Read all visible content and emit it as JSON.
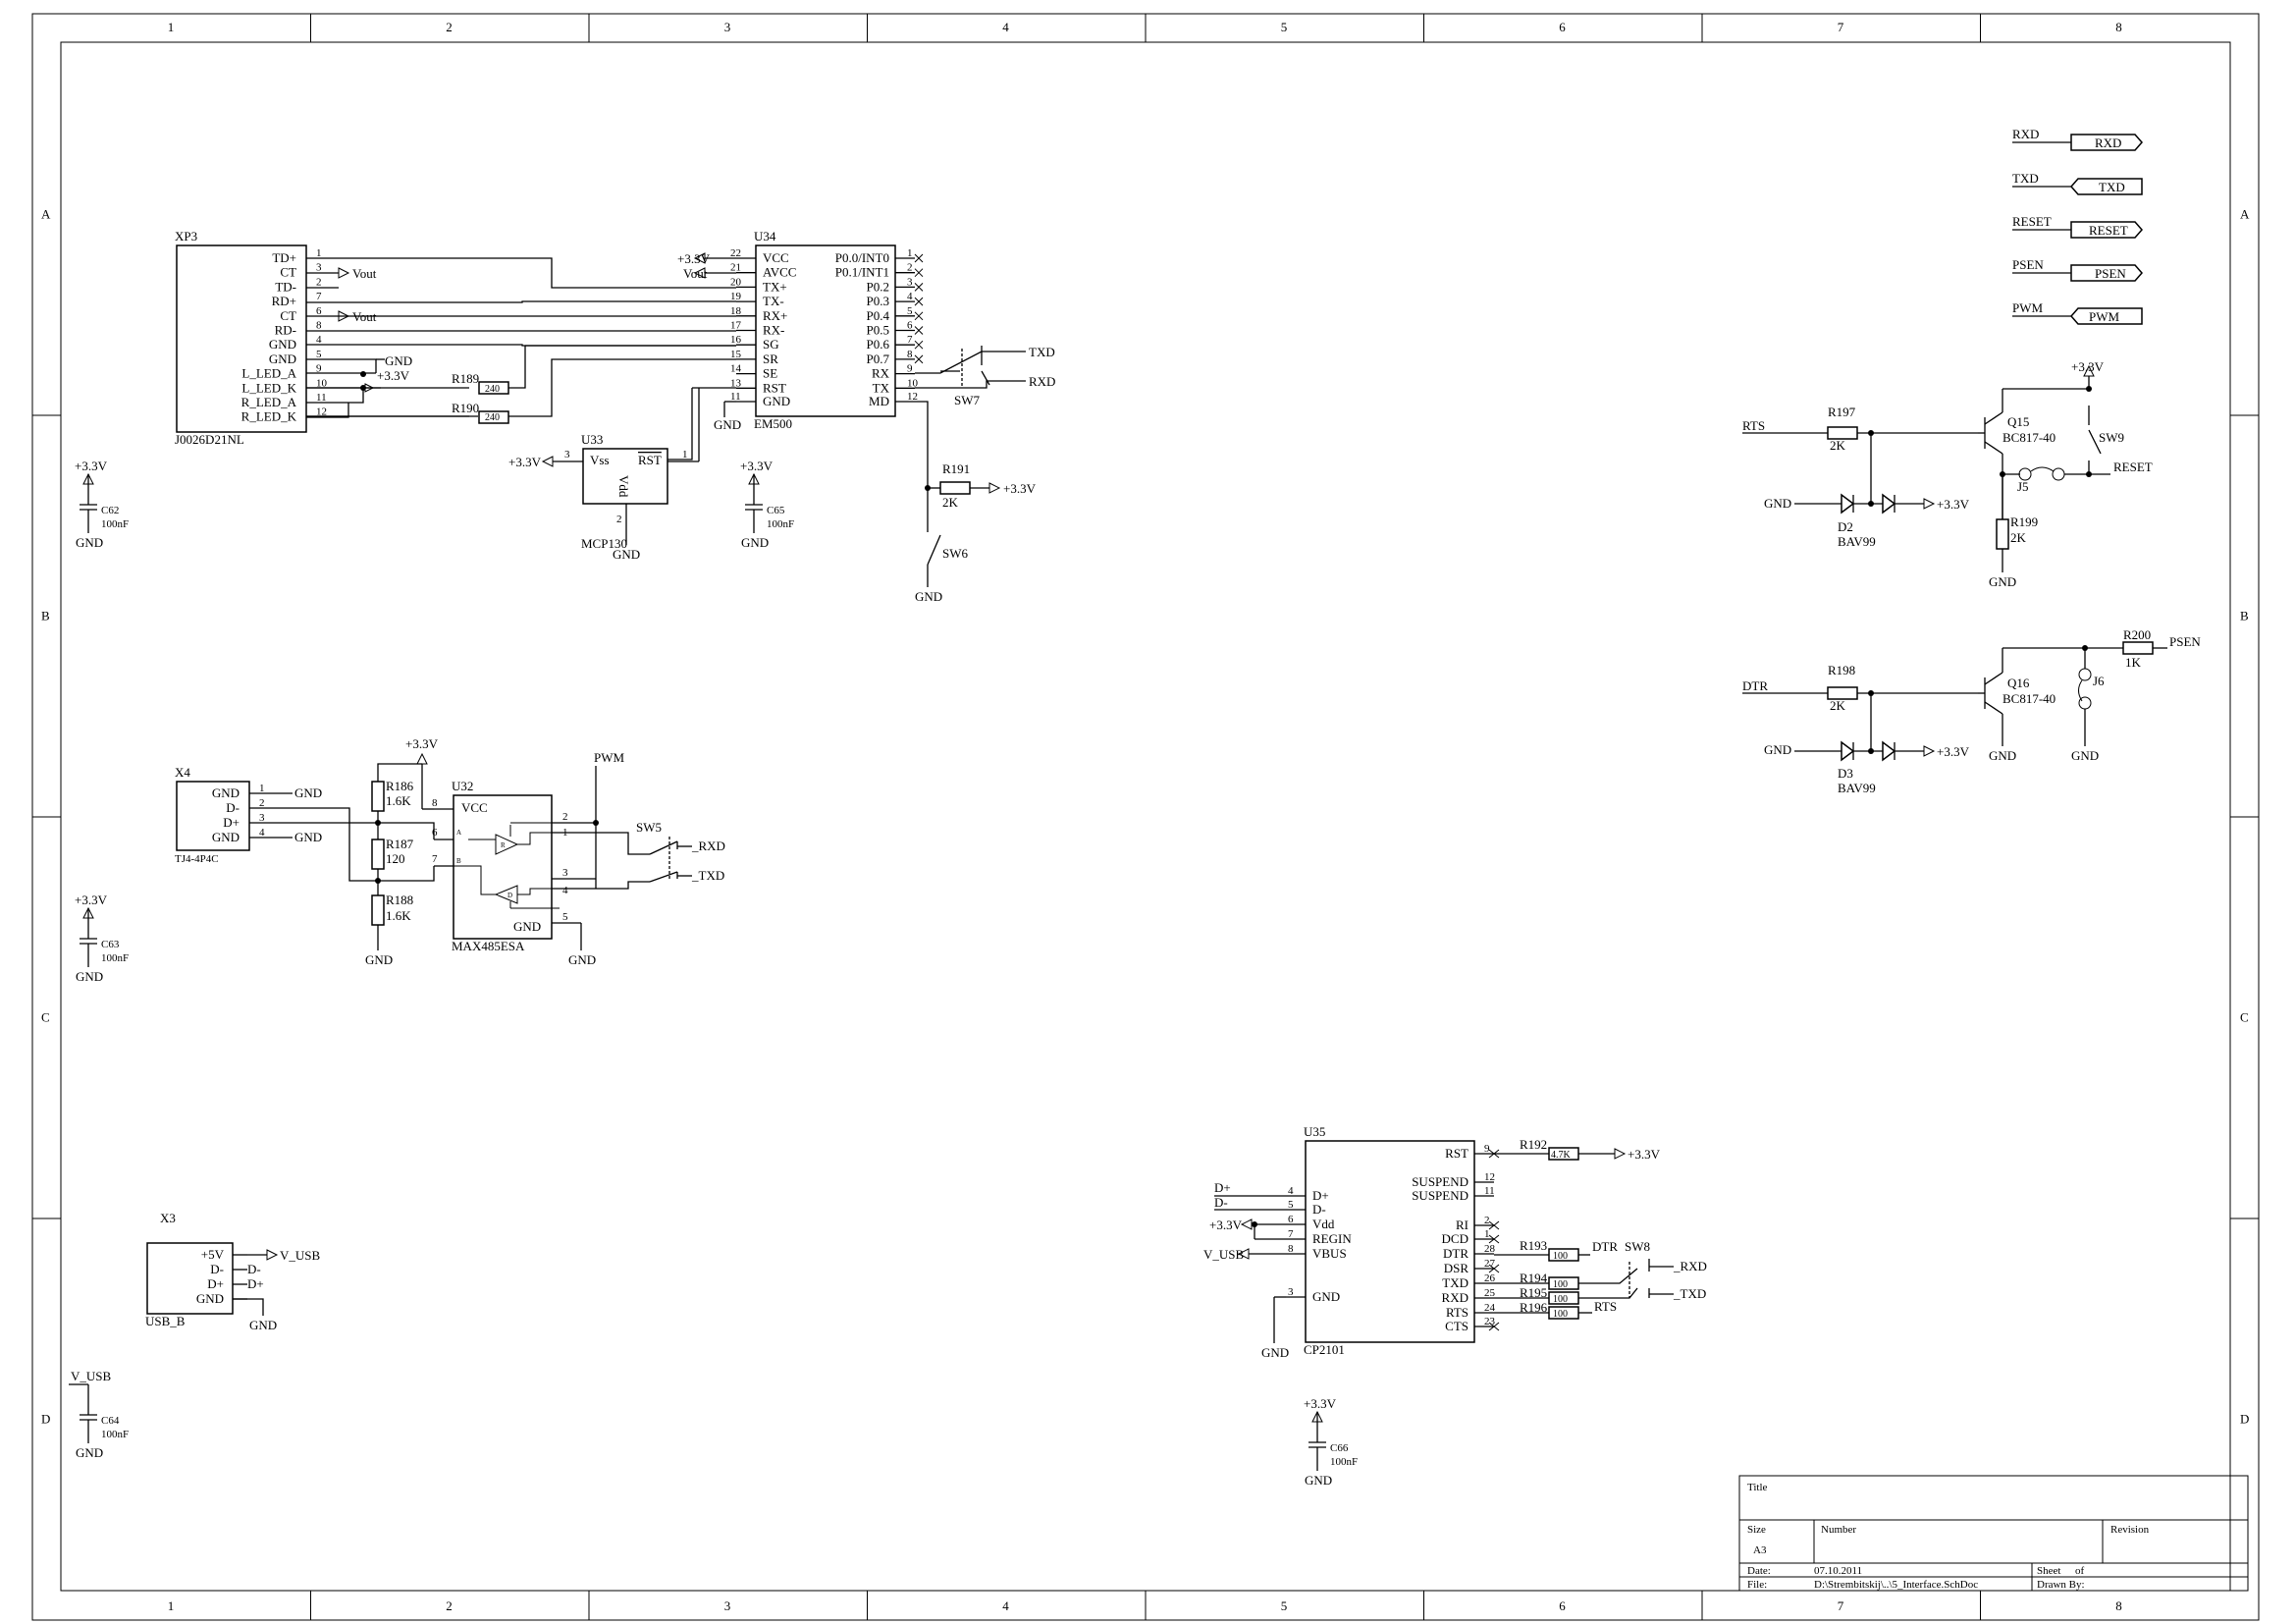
{
  "frame": {
    "cols": [
      "1",
      "2",
      "3",
      "4",
      "5",
      "6",
      "7",
      "8"
    ],
    "rows": [
      "A",
      "B",
      "C",
      "D"
    ]
  },
  "title_block": {
    "title_label": "Title",
    "size_label": "Size",
    "size_value": "A3",
    "number_label": "Number",
    "revision_label": "Revision",
    "date_label": "Date:",
    "date_value": "07.10.2011",
    "file_label": "File:",
    "file_value": "D:\\Strembitskij\\..\\5_Interface.SchDoc",
    "sheet_label": "Sheet",
    "of_label": "of",
    "drawn_label": "Drawn By:"
  },
  "ports": [
    "RXD",
    "TXD",
    "RESET",
    "PSEN",
    "PWM"
  ],
  "nets": {
    "v33": "+3.3V",
    "gnd": "GND",
    "vout": "Vout",
    "vusb": "V_USB",
    "v5": "+5V",
    "txd": "TXD",
    "rxd": "RXD",
    "rts": "RTS",
    "dtr": "DTR",
    "reset": "RESET",
    "psen": "PSEN",
    "pwm": "PWM",
    "rxd_b": "_RXD",
    "txd_b": "_TXD",
    "dp": "D+",
    "dm": "D-"
  },
  "xp3": {
    "ref": "XP3",
    "part": "J0026D21NL",
    "pins": [
      {
        "n": "1",
        "name": "TD+"
      },
      {
        "n": "3",
        "name": "CT"
      },
      {
        "n": "2",
        "name": "TD-"
      },
      {
        "n": "7",
        "name": "RD+"
      },
      {
        "n": "6",
        "name": "CT"
      },
      {
        "n": "8",
        "name": "RD-"
      },
      {
        "n": "4",
        "name": "GND"
      },
      {
        "n": "5",
        "name": "GND"
      },
      {
        "n": "9",
        "name": "L_LED_A"
      },
      {
        "n": "10",
        "name": "L_LED_K"
      },
      {
        "n": "11",
        "name": "R_LED_A"
      },
      {
        "n": "12",
        "name": "R_LED_K"
      }
    ]
  },
  "u34": {
    "ref": "U34",
    "part": "EM500",
    "left": [
      {
        "n": "22",
        "name": "VCC"
      },
      {
        "n": "21",
        "name": "AVCC"
      },
      {
        "n": "20",
        "name": "TX+"
      },
      {
        "n": "19",
        "name": "TX-"
      },
      {
        "n": "18",
        "name": "RX+"
      },
      {
        "n": "17",
        "name": "RX-"
      },
      {
        "n": "16",
        "name": "SG"
      },
      {
        "n": "15",
        "name": "SR"
      },
      {
        "n": "14",
        "name": "SE"
      },
      {
        "n": "13",
        "name": "RST"
      },
      {
        "n": "11",
        "name": "GND"
      }
    ],
    "right": [
      {
        "n": "1",
        "name": "P0.0/INT0"
      },
      {
        "n": "2",
        "name": "P0.1/INT1"
      },
      {
        "n": "3",
        "name": "P0.2"
      },
      {
        "n": "4",
        "name": "P0.3"
      },
      {
        "n": "5",
        "name": "P0.4"
      },
      {
        "n": "6",
        "name": "P0.5"
      },
      {
        "n": "7",
        "name": "P0.6"
      },
      {
        "n": "8",
        "name": "P0.7"
      },
      {
        "n": "9",
        "name": "RX"
      },
      {
        "n": "10",
        "name": "TX"
      },
      {
        "n": "12",
        "name": "MD"
      }
    ]
  },
  "u33": {
    "ref": "U33",
    "part": "MCP130",
    "vss": "Vss",
    "rst": "RST",
    "vdd": "Vdd",
    "p1": "1",
    "p2": "2",
    "p3": "3"
  },
  "resistors": {
    "r189": {
      "ref": "R189",
      "val": "240"
    },
    "r190": {
      "ref": "R190",
      "val": "240"
    },
    "r191": {
      "ref": "R191",
      "val": "2K"
    },
    "r197": {
      "ref": "R197",
      "val": "2K"
    },
    "r198": {
      "ref": "R198",
      "val": "2K"
    },
    "r199": {
      "ref": "R199",
      "val": "2K"
    },
    "r200": {
      "ref": "R200",
      "val": "1K"
    },
    "r186": {
      "ref": "R186",
      "val": "1.6K"
    },
    "r187": {
      "ref": "R187",
      "val": "120"
    },
    "r188": {
      "ref": "R188",
      "val": "1.6K"
    },
    "r192": {
      "ref": "R192",
      "val": "4.7K"
    },
    "r193": {
      "ref": "R193",
      "val": "100"
    },
    "r194": {
      "ref": "R194",
      "val": "100"
    },
    "r195": {
      "ref": "R195",
      "val": "100"
    },
    "r196": {
      "ref": "R196",
      "val": "100"
    }
  },
  "caps": {
    "c62": {
      "ref": "C62",
      "val": "100nF"
    },
    "c63": {
      "ref": "C63",
      "val": "100nF"
    },
    "c64": {
      "ref": "C64",
      "val": "100nF"
    },
    "c65": {
      "ref": "C65",
      "val": "100nF"
    },
    "c66": {
      "ref": "C66",
      "val": "100nF"
    }
  },
  "switches": {
    "sw5": "SW5",
    "sw6": "SW6",
    "sw7": "SW7",
    "sw8": "SW8",
    "sw9": "SW9"
  },
  "transistors": {
    "q15": "Q15",
    "q16": "Q16",
    "part": "BC817-40"
  },
  "diodes": {
    "d2": "D2",
    "d3": "D3",
    "part": "BAV99"
  },
  "jumpers": {
    "j5": "J5",
    "j6": "J6"
  },
  "x4": {
    "ref": "X4",
    "part": "TJ4-4P4C",
    "pins": [
      {
        "n": "1",
        "name": "GND"
      },
      {
        "n": "2",
        "name": "D-"
      },
      {
        "n": "3",
        "name": "D+"
      },
      {
        "n": "4",
        "name": "GND"
      }
    ]
  },
  "u32": {
    "ref": "U32",
    "part": "MAX485ESA",
    "vcc": "VCC",
    "gnd": "GND",
    "a": "A",
    "b": "B",
    "p8": "8",
    "p6": "6",
    "p7": "7",
    "p2": "2",
    "p1": "1",
    "p3": "3",
    "p4": "4",
    "p5": "5",
    "r": "R",
    "d": "D"
  },
  "x3": {
    "ref": "X3",
    "part": "USB_B",
    "pins": [
      {
        "name": "+5V"
      },
      {
        "name": "D-"
      },
      {
        "name": "D+"
      },
      {
        "name": "GND"
      }
    ]
  },
  "u35": {
    "ref": "U35",
    "part": "CP2101",
    "left": [
      {
        "n": "4",
        "name": "D+"
      },
      {
        "n": "5",
        "name": "D-"
      },
      {
        "n": "6",
        "name": "Vdd"
      },
      {
        "n": "7",
        "name": "REGIN"
      },
      {
        "n": "8",
        "name": "VBUS"
      },
      {
        "n": "3",
        "name": "GND"
      }
    ],
    "right": [
      {
        "n": "9",
        "name": "RST"
      },
      {
        "n": "12",
        "name": "SUSPEND"
      },
      {
        "n": "11",
        "name": "SUSPEND"
      },
      {
        "n": "2",
        "name": "RI"
      },
      {
        "n": "1",
        "name": "DCD"
      },
      {
        "n": "28",
        "name": "DTR"
      },
      {
        "n": "27",
        "name": "DSR"
      },
      {
        "n": "26",
        "name": "TXD"
      },
      {
        "n": "25",
        "name": "RXD"
      },
      {
        "n": "24",
        "name": "RTS"
      },
      {
        "n": "23",
        "name": "CTS"
      }
    ]
  }
}
